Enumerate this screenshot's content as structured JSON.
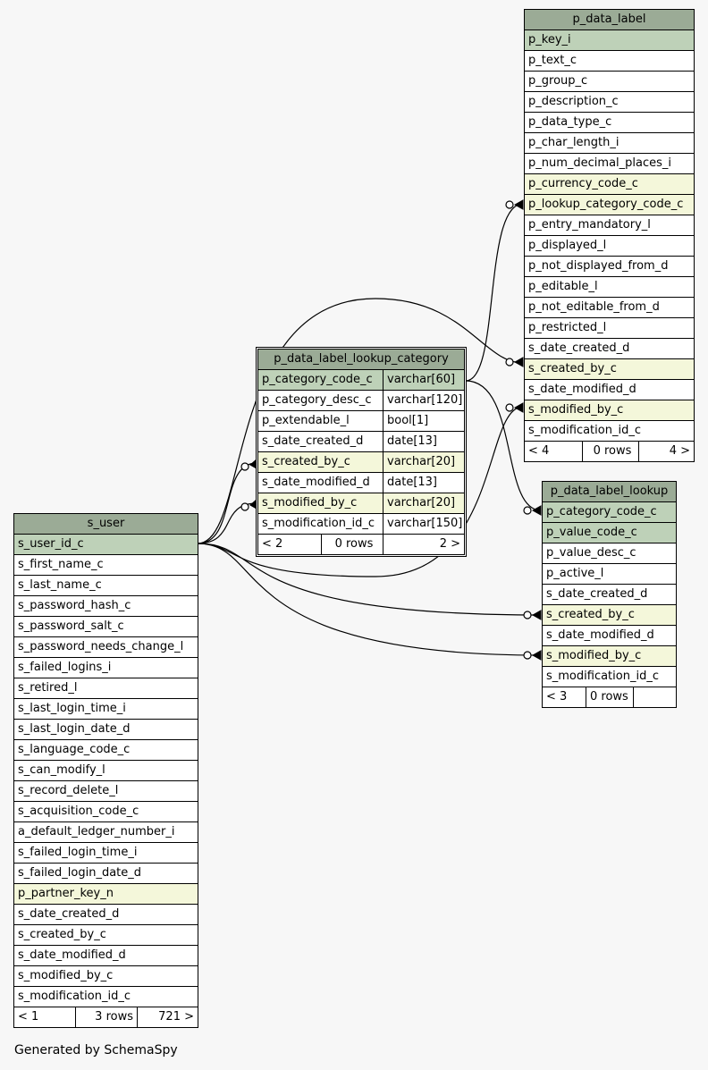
{
  "tables": {
    "p_data_label": {
      "name": "p_data_label",
      "columns": [
        {
          "name": "p_key_i",
          "kind": "pk"
        },
        {
          "name": "p_text_c",
          "kind": ""
        },
        {
          "name": "p_group_c",
          "kind": ""
        },
        {
          "name": "p_description_c",
          "kind": ""
        },
        {
          "name": "p_data_type_c",
          "kind": ""
        },
        {
          "name": "p_char_length_i",
          "kind": ""
        },
        {
          "name": "p_num_decimal_places_i",
          "kind": ""
        },
        {
          "name": "p_currency_code_c",
          "kind": "fk"
        },
        {
          "name": "p_lookup_category_code_c",
          "kind": "fk"
        },
        {
          "name": "p_entry_mandatory_l",
          "kind": ""
        },
        {
          "name": "p_displayed_l",
          "kind": ""
        },
        {
          "name": "p_not_displayed_from_d",
          "kind": ""
        },
        {
          "name": "p_editable_l",
          "kind": ""
        },
        {
          "name": "p_not_editable_from_d",
          "kind": ""
        },
        {
          "name": "p_restricted_l",
          "kind": ""
        },
        {
          "name": "s_date_created_d",
          "kind": ""
        },
        {
          "name": "s_created_by_c",
          "kind": "fk"
        },
        {
          "name": "s_date_modified_d",
          "kind": ""
        },
        {
          "name": "s_modified_by_c",
          "kind": "fk"
        },
        {
          "name": "s_modification_id_c",
          "kind": ""
        }
      ],
      "footer": [
        "< 4",
        "0 rows",
        "4 >"
      ]
    },
    "p_data_label_lookup_category": {
      "name": "p_data_label_lookup_category",
      "columns": [
        {
          "name": "p_category_code_c",
          "type": "varchar[60]",
          "kind": "pk"
        },
        {
          "name": "p_category_desc_c",
          "type": "varchar[120]",
          "kind": ""
        },
        {
          "name": "p_extendable_l",
          "type": "bool[1]",
          "kind": ""
        },
        {
          "name": "s_date_created_d",
          "type": "date[13]",
          "kind": ""
        },
        {
          "name": "s_created_by_c",
          "type": "varchar[20]",
          "kind": "fk"
        },
        {
          "name": "s_date_modified_d",
          "type": "date[13]",
          "kind": ""
        },
        {
          "name": "s_modified_by_c",
          "type": "varchar[20]",
          "kind": "fk"
        },
        {
          "name": "s_modification_id_c",
          "type": "varchar[150]",
          "kind": ""
        }
      ],
      "footer": [
        "< 2",
        "0 rows",
        "2 >"
      ]
    },
    "p_data_label_lookup": {
      "name": "p_data_label_lookup",
      "columns": [
        {
          "name": "p_category_code_c",
          "kind": "pk"
        },
        {
          "name": "p_value_code_c",
          "kind": "pk"
        },
        {
          "name": "p_value_desc_c",
          "kind": ""
        },
        {
          "name": "p_active_l",
          "kind": ""
        },
        {
          "name": "s_date_created_d",
          "kind": ""
        },
        {
          "name": "s_created_by_c",
          "kind": "fk"
        },
        {
          "name": "s_date_modified_d",
          "kind": ""
        },
        {
          "name": "s_modified_by_c",
          "kind": "fk"
        },
        {
          "name": "s_modification_id_c",
          "kind": ""
        }
      ],
      "footer": [
        "< 3",
        "0 rows",
        ""
      ]
    },
    "s_user": {
      "name": "s_user",
      "columns": [
        {
          "name": "s_user_id_c",
          "kind": "pk"
        },
        {
          "name": "s_first_name_c",
          "kind": ""
        },
        {
          "name": "s_last_name_c",
          "kind": ""
        },
        {
          "name": "s_password_hash_c",
          "kind": ""
        },
        {
          "name": "s_password_salt_c",
          "kind": ""
        },
        {
          "name": "s_password_needs_change_l",
          "kind": ""
        },
        {
          "name": "s_failed_logins_i",
          "kind": ""
        },
        {
          "name": "s_retired_l",
          "kind": ""
        },
        {
          "name": "s_last_login_time_i",
          "kind": ""
        },
        {
          "name": "s_last_login_date_d",
          "kind": ""
        },
        {
          "name": "s_language_code_c",
          "kind": ""
        },
        {
          "name": "s_can_modify_l",
          "kind": ""
        },
        {
          "name": "s_record_delete_l",
          "kind": ""
        },
        {
          "name": "s_acquisition_code_c",
          "kind": ""
        },
        {
          "name": "a_default_ledger_number_i",
          "kind": ""
        },
        {
          "name": "s_failed_login_time_i",
          "kind": ""
        },
        {
          "name": "s_failed_login_date_d",
          "kind": ""
        },
        {
          "name": "p_partner_key_n",
          "kind": "fk"
        },
        {
          "name": "s_date_created_d",
          "kind": ""
        },
        {
          "name": "s_created_by_c",
          "kind": ""
        },
        {
          "name": "s_date_modified_d",
          "kind": ""
        },
        {
          "name": "s_modified_by_c",
          "kind": ""
        },
        {
          "name": "s_modification_id_c",
          "kind": ""
        }
      ],
      "footer": [
        "< 1",
        "3 rows",
        "721 >"
      ]
    }
  },
  "colors": {
    "background": "#f7f7f7",
    "header": "#9bab96",
    "primary_key": "#bed1b8",
    "foreign_key": "#f4f7da"
  },
  "footer_note": "Generated by SchemaSpy"
}
